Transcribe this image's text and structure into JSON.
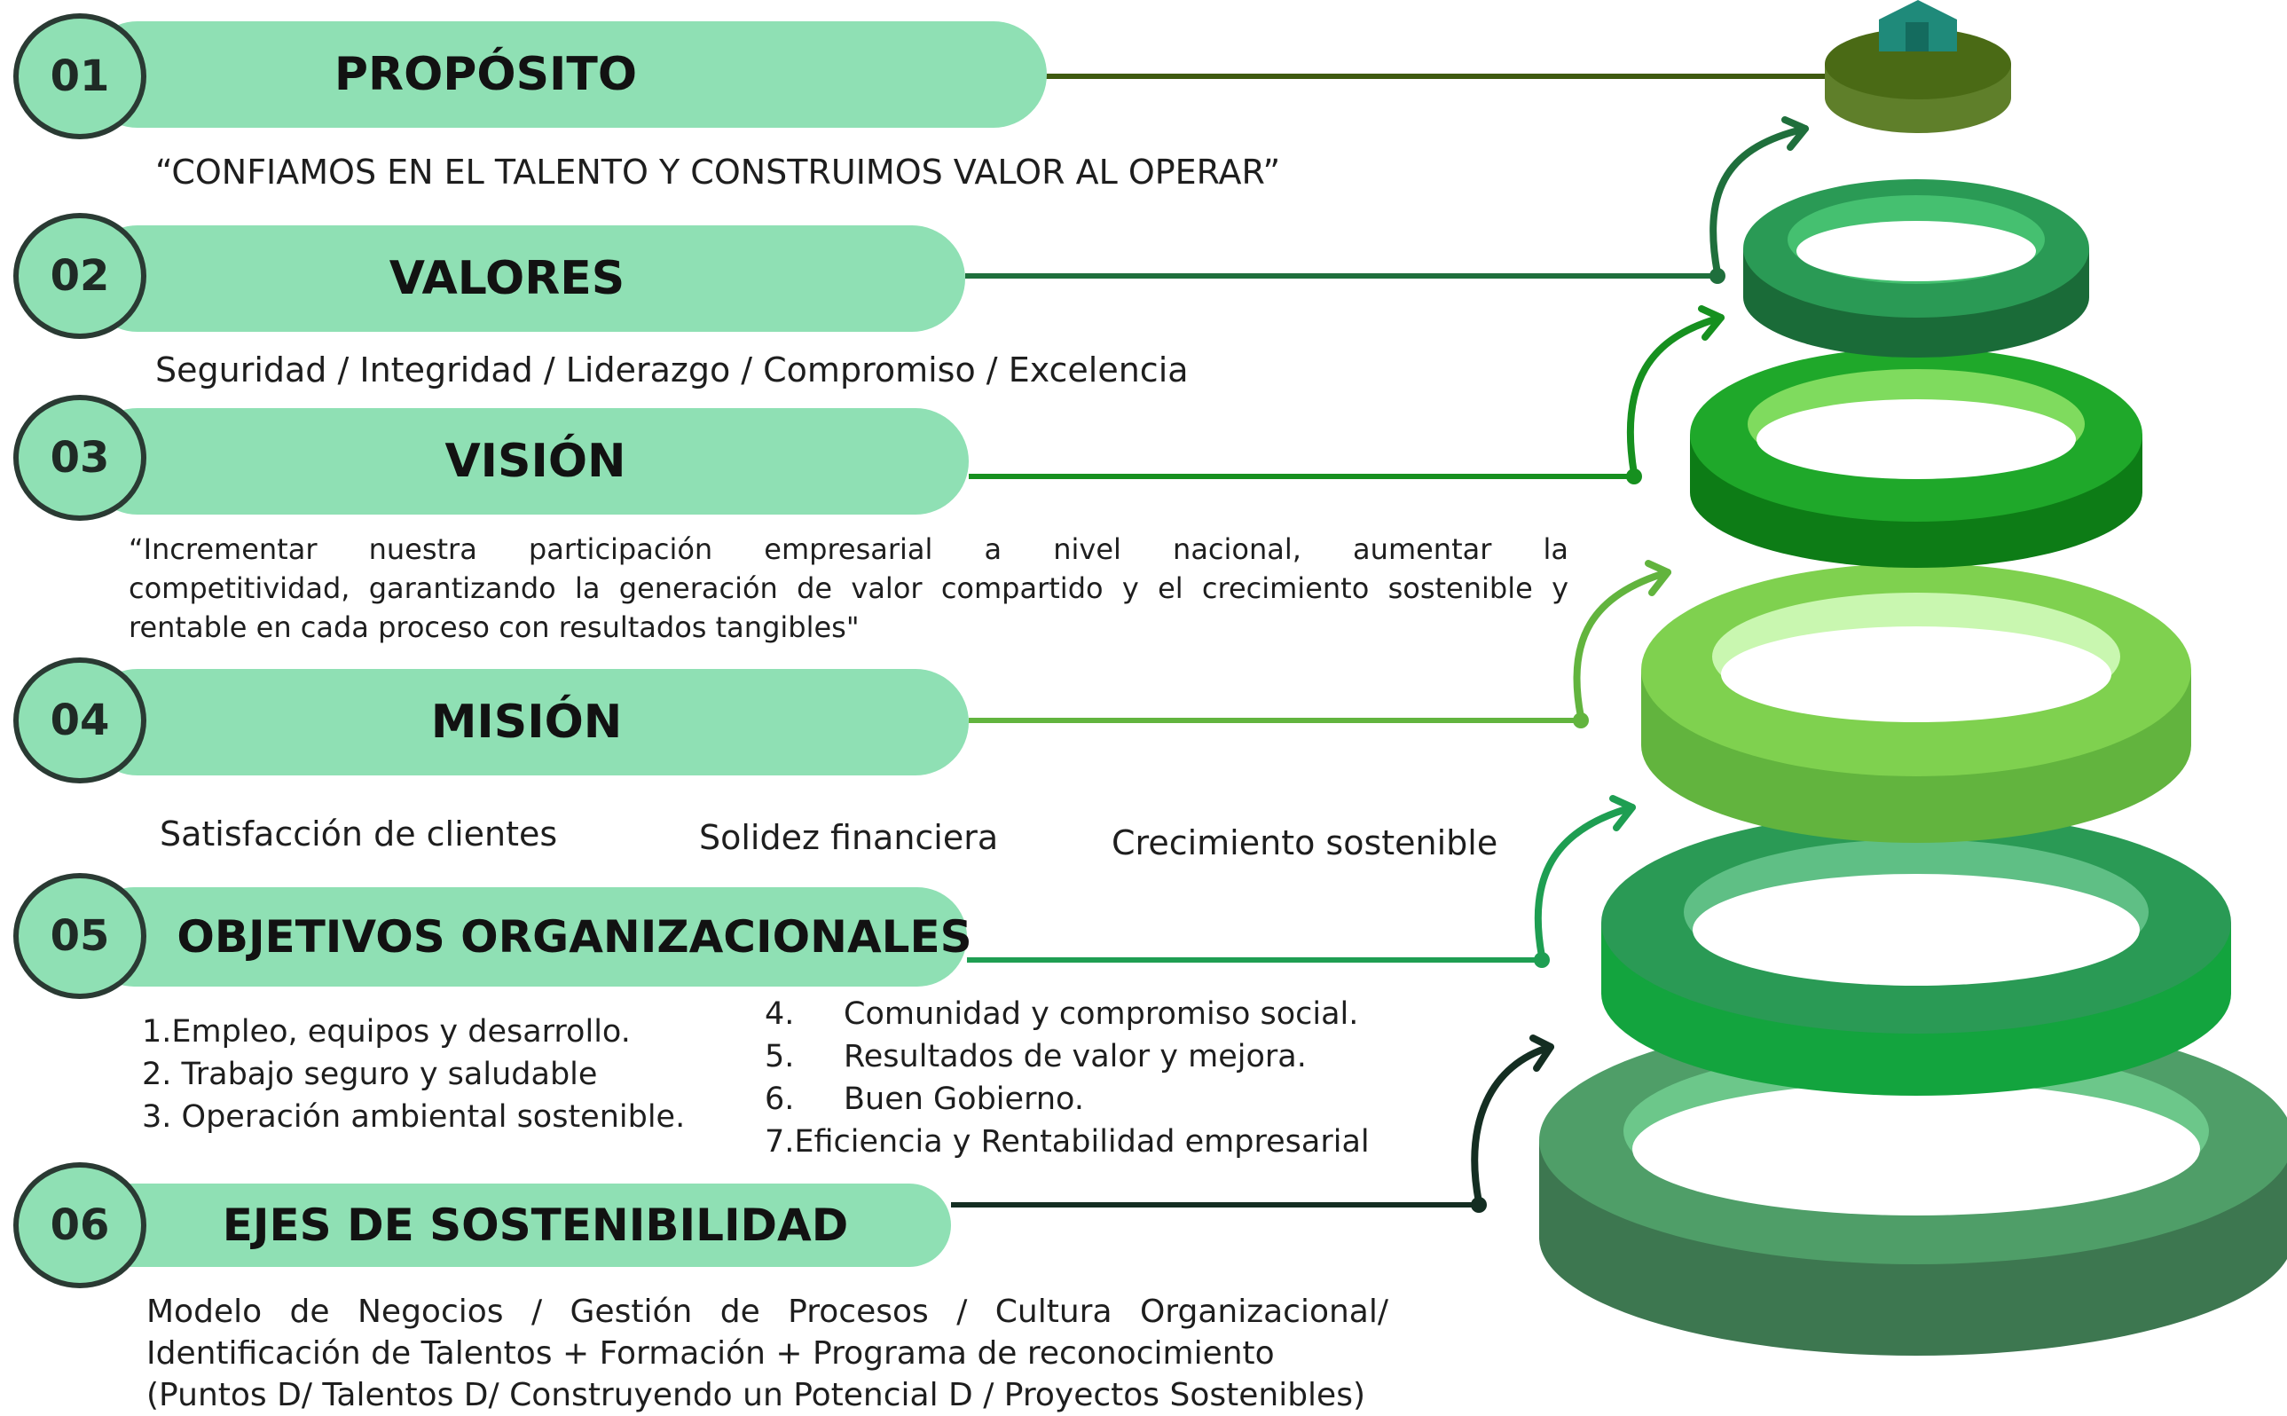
{
  "items": [
    {
      "number": "01",
      "title": "PROPÓSITO",
      "line_color": "#3f5a10"
    },
    {
      "number": "02",
      "title": "VALORES",
      "line_color": "#1f6f3c"
    },
    {
      "number": "03",
      "title": "VISIÓN",
      "line_color": "#16901f"
    },
    {
      "number": "04",
      "title": "MISIÓN",
      "line_color": "#62b43e"
    },
    {
      "number": "05",
      "title": "OBJETIVOS ORGANIZACIONALES",
      "line_color": "#1e9e52"
    },
    {
      "number": "06",
      "title": "EJES DE SOSTENIBILIDAD",
      "line_color": "#142e22"
    }
  ],
  "proposito_text": "“CONFIAMOS EN EL TALENTO  Y CONSTRUIMOS VALOR AL OPERAR”",
  "valores_text": "Seguridad / Integridad / Liderazgo / Compromiso / Excelencia",
  "vision_lines": [
    "“Incrementar nuestra participación empresarial a nivel nacional, aumentar la",
    "competitividad, garantizando la generación de valor compartido y el crecimiento sostenible y",
    "rentable en cada proceso con resultados tangibles\""
  ],
  "mision_items": [
    "Satisfacción de clientes",
    "Solidez financiera",
    "Crecimiento sostenible"
  ],
  "objetivos_left": [
    "1.Empleo, equipos y desarrollo.",
    "2. Trabajo seguro y saludable",
    "3. Operación ambiental sostenible."
  ],
  "objetivos_right": [
    "4.     Comunidad y compromiso social.",
    "5.     Resultados de valor y mejora.",
    "6.     Buen Gobierno.",
    "7.Eficiencia y Rentabilidad empresarial"
  ],
  "ejes_lines": [
    "Modelo de Negocios / Gestión de Procesos / Cultura Organizacional/",
    "Identificación de Talentos +  Formación + Programa de reconocimiento",
    "(Puntos D/ Talentos D/ Construyendo un Potencial D / Proyectos Sostenibles)"
  ],
  "colors": {
    "pill": "#8fe0b4",
    "ring_top": "#5f7f2a",
    "ring_2": "#2a9a55",
    "ring_3": "#1fa82a",
    "ring_4": "#7fd14f",
    "ring_5": "#1fb04e",
    "ring_6": "#4f9e68"
  },
  "icons": {
    "top_object": "house-icon"
  }
}
